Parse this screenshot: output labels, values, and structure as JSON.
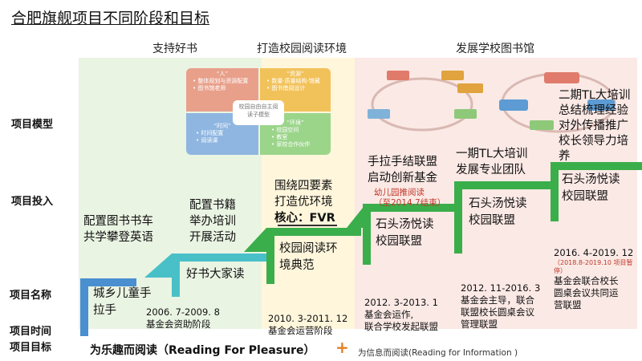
{
  "title": "合肥旗舰项目不同阶段和目标",
  "headers": {
    "support_books": "支持好书",
    "reading_env": "打造校园阅读环境",
    "library": "发展学校图书馆"
  },
  "row_labels": {
    "model": "项目模型",
    "input": "项目投入",
    "name": "项目名称",
    "time": "项目时间",
    "goal": "项目目标"
  },
  "model_diagram": {
    "q1_title": "“人”",
    "q1_items": [
      "• 整体规划与资源配置",
      "• 图书馆老师"
    ],
    "q2_title": "“资源”",
    "q2_items": [
      "• 数量·质量结构·馆藏",
      "• 图书借阅设计"
    ],
    "q3_title": "“时间”",
    "q3_items": [
      "• 时间配置",
      "• 阅读课"
    ],
    "q4_title": "“环境”",
    "q4_items": [
      "• 校园空间",
      "• 教室",
      "• 家校合作伙伴"
    ],
    "center": [
      "校园自由自主阅",
      "读子模型"
    ]
  },
  "inputs": {
    "stage1": [
      "配置图书书车",
      "共学攀登英语"
    ],
    "stage2": [
      "配置书籍",
      "举办培训",
      "开展活动"
    ],
    "stage3": [
      "围绕四要素",
      "打造优环境"
    ],
    "stage3_core": "核心：FVR",
    "stage4": [
      "手拉手结联盟",
      "启动创新基金"
    ],
    "stage4_red": [
      "幼儿园推阅读",
      "（至2014.7结束）"
    ],
    "stage5": [
      "一期TL大培训",
      "发展专业团队"
    ],
    "stage6": [
      "二期TL大培训",
      "总结梳理经验",
      "对外传播推广",
      "校长领导力培",
      "养"
    ]
  },
  "names": {
    "n1": [
      "城乡儿童手",
      "拉手"
    ],
    "n2": "好书大家读",
    "n3": [
      "校园阅读环",
      "境典范"
    ],
    "n4": [
      "石头汤悦读",
      "校园联盟"
    ],
    "n5": [
      "石头汤悦读",
      "校园联盟"
    ],
    "n6": [
      "石头汤悦读",
      "校园联盟"
    ]
  },
  "times": {
    "t1": [
      "2006. 7-2009. 8",
      "基金会资助阶段"
    ],
    "t2": [
      "2010. 3-2011. 12",
      "基金会运营阶段"
    ],
    "t3": [
      "2012. 3-2013. 1",
      "基金会运作,",
      "联合学校发起联盟"
    ],
    "t4": [
      "2012. 11-2016. 3",
      "基金会主导，联合",
      "联盟校长圆桌会议",
      "管理联盟"
    ],
    "t5_period": "2016. 4-2019. 12",
    "t5_red": [
      "（2018.8-2019.10 项目暂",
      "停）"
    ],
    "t5_desc": [
      "基金会联合校长",
      "圆桌会议共同运",
      "营联盟"
    ]
  },
  "goals": {
    "main": "为乐趣而阅读（Reading For Pleasure）",
    "plus": "+",
    "secondary": "为信息而阅读(Reading for Information )"
  },
  "colors": {
    "blue": "#4a8fd0",
    "teal": "#49c0c8",
    "green": "#3aae4a",
    "orange": "#e67e22",
    "red": "#c0392b"
  }
}
